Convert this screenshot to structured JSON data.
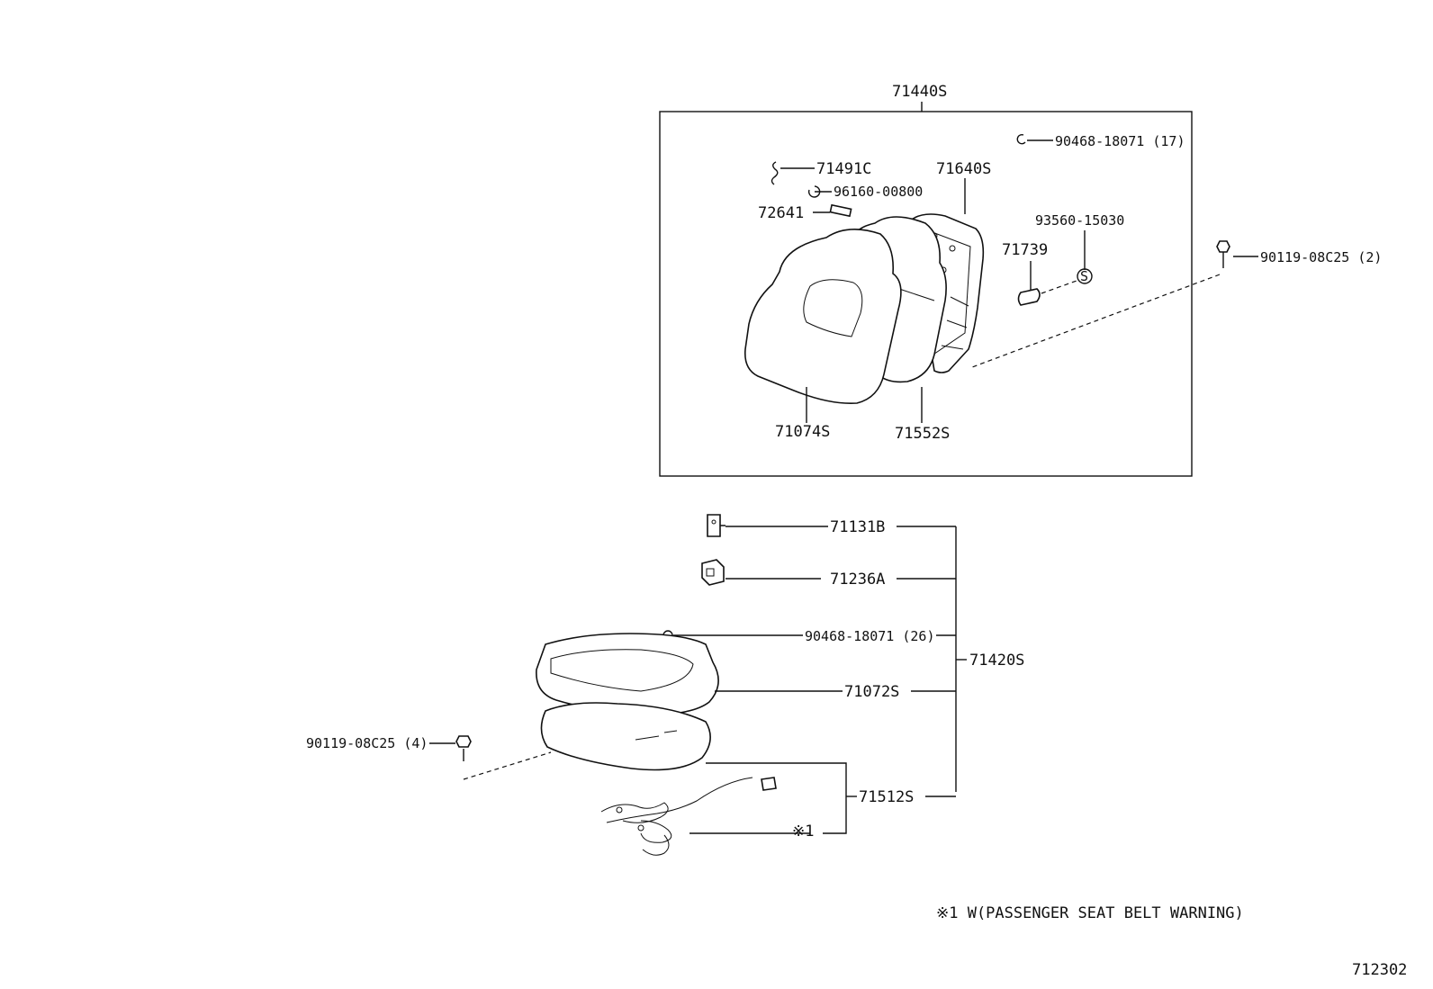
{
  "labels": {
    "seat_back_assy": "71440S",
    "ring_upper": "90468-18071 (17)",
    "spring_71491c": "71491C",
    "frame_71640s": "71640S",
    "clip_96160": "96160-00800",
    "pin_72641": "72641",
    "part_93560": "93560-15030",
    "part_71739": "71739",
    "bolt_upper": "90119-08C25 (2)",
    "cover_71074s": "71074S",
    "pad_71552s": "71552S",
    "part_71131b": "71131B",
    "part_71236a": "71236A",
    "ring_lower": "90468-18071 (26)",
    "cushion_assy": "71420S",
    "cover_71072s": "71072S",
    "bolt_lower": "90119-08C25 (4)",
    "pad_71512s": "71512S",
    "note_ref": "※1",
    "s_marker": "S",
    "footnote": "※1 W(PASSENGER SEAT BELT WARNING)",
    "diagram_id": "712302"
  }
}
